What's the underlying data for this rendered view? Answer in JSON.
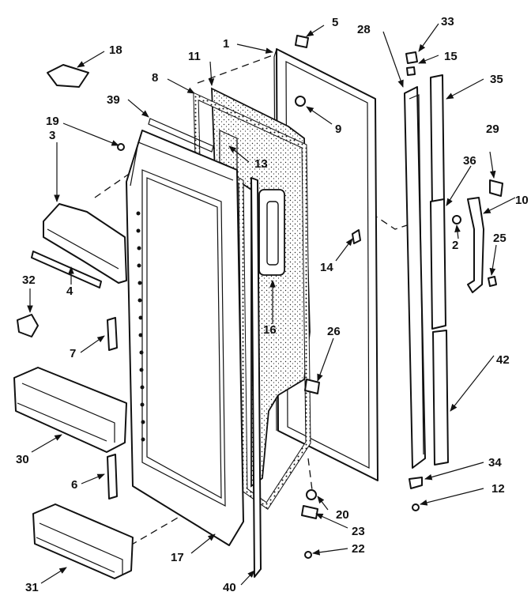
{
  "diagram": {
    "labels": [
      "1",
      "2",
      "3",
      "4",
      "5",
      "6",
      "7",
      "8",
      "9",
      "10",
      "11",
      "12",
      "13",
      "14",
      "15",
      "16",
      "17",
      "18",
      "19",
      "20",
      "22",
      "23",
      "25",
      "26",
      "28",
      "29",
      "30",
      "31",
      "32",
      "33",
      "34",
      "35",
      "36",
      "39",
      "40",
      "42"
    ]
  }
}
